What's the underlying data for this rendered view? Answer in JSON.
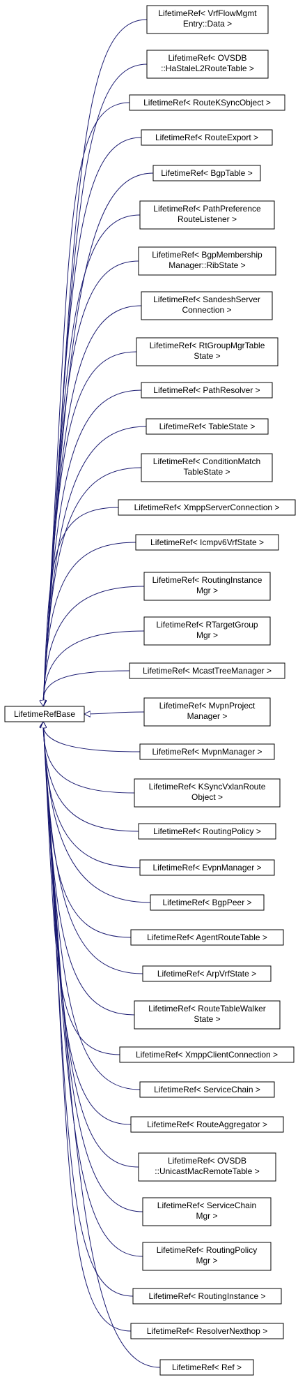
{
  "colors": {
    "edge": "#191970",
    "box_stroke": "#000000",
    "background": "#ffffff"
  },
  "root": {
    "label": "LifetimeRefBase"
  },
  "derived": [
    {
      "lines": [
        "LifetimeRef< VrfFlowMgmt",
        "Entry::Data >"
      ]
    },
    {
      "lines": [
        "LifetimeRef< OVSDB",
        "::HaStaleL2RouteTable >"
      ]
    },
    {
      "lines": [
        "LifetimeRef< RouteKSyncObject >"
      ]
    },
    {
      "lines": [
        "LifetimeRef< RouteExport >"
      ]
    },
    {
      "lines": [
        "LifetimeRef< BgpTable >"
      ]
    },
    {
      "lines": [
        "LifetimeRef< PathPreference",
        "RouteListener >"
      ]
    },
    {
      "lines": [
        "LifetimeRef< BgpMembership",
        "Manager::RibState >"
      ]
    },
    {
      "lines": [
        "LifetimeRef< SandeshServer",
        "Connection >"
      ]
    },
    {
      "lines": [
        "LifetimeRef< RtGroupMgrTable",
        "State >"
      ]
    },
    {
      "lines": [
        "LifetimeRef< PathResolver >"
      ]
    },
    {
      "lines": [
        "LifetimeRef< TableState >"
      ]
    },
    {
      "lines": [
        "LifetimeRef< ConditionMatch",
        "TableState >"
      ]
    },
    {
      "lines": [
        "LifetimeRef< XmppServerConnection >"
      ]
    },
    {
      "lines": [
        "LifetimeRef< Icmpv6VrfState >"
      ]
    },
    {
      "lines": [
        "LifetimeRef< RoutingInstance",
        "Mgr >"
      ]
    },
    {
      "lines": [
        "LifetimeRef< RTargetGroup",
        "Mgr >"
      ]
    },
    {
      "lines": [
        "LifetimeRef< McastTreeManager >"
      ]
    },
    {
      "lines": [
        "LifetimeRef< MvpnProject",
        "Manager >"
      ]
    },
    {
      "lines": [
        "LifetimeRef< MvpnManager >"
      ]
    },
    {
      "lines": [
        "LifetimeRef< KSyncVxlanRoute",
        "Object >"
      ]
    },
    {
      "lines": [
        "LifetimeRef< RoutingPolicy >"
      ]
    },
    {
      "lines": [
        "LifetimeRef< EvpnManager >"
      ]
    },
    {
      "lines": [
        "LifetimeRef< BgpPeer >"
      ]
    },
    {
      "lines": [
        "LifetimeRef< AgentRouteTable >"
      ]
    },
    {
      "lines": [
        "LifetimeRef< ArpVrfState >"
      ]
    },
    {
      "lines": [
        "LifetimeRef< RouteTableWalker",
        "State >"
      ]
    },
    {
      "lines": [
        "LifetimeRef< XmppClientConnection >"
      ]
    },
    {
      "lines": [
        "LifetimeRef< ServiceChain >"
      ]
    },
    {
      "lines": [
        "LifetimeRef< RouteAggregator >"
      ]
    },
    {
      "lines": [
        "LifetimeRef< OVSDB",
        "::UnicastMacRemoteTable >"
      ]
    },
    {
      "lines": [
        "LifetimeRef< ServiceChain",
        "Mgr >"
      ]
    },
    {
      "lines": [
        "LifetimeRef< RoutingPolicy",
        "Mgr >"
      ]
    },
    {
      "lines": [
        "LifetimeRef< RoutingInstance >"
      ]
    },
    {
      "lines": [
        "LifetimeRef< ResolverNexthop >"
      ]
    },
    {
      "lines": [
        "LifetimeRef< Ref >"
      ]
    }
  ]
}
